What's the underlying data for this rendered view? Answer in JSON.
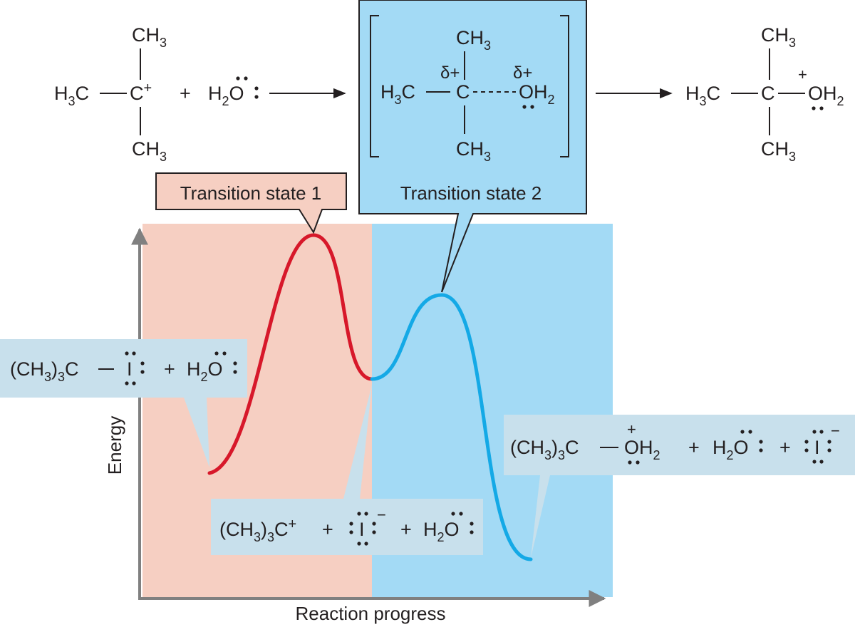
{
  "colors": {
    "stage1_bg": "#f6cfc2",
    "stage2_bg": "#a3daf5",
    "box_bg": "#c8e0ec",
    "curve_stage1": "#d7182a",
    "curve_stage2": "#14a9e6",
    "axis": "#808080",
    "ink": "#231f20"
  },
  "labels": {
    "ts1": "Transition state 1",
    "ts2": "Transition state 2",
    "x_axis": "Reaction progress",
    "y_axis": "Energy"
  },
  "atoms": {
    "C": "C",
    "CH": "CH",
    "H": "H",
    "O": "O",
    "I": "I",
    "sub3": "3",
    "sub2": "2",
    "plus": "+",
    "minus": "−",
    "delta_plus": "δ+",
    "paren_ch": "(CH",
    "paren_close": ")",
    "ch3_left": "H",
    "ch3_left_c": "C"
  },
  "chart_data": {
    "type": "line",
    "title": "",
    "xlabel": "Reaction progress",
    "ylabel": "Energy",
    "series": [
      {
        "name": "",
        "x": [
          0.14,
          0.36,
          0.5
        ],
        "y": [
          0.25,
          0.97,
          0.45
        ]
      },
      {
        "name": "",
        "x": [
          0.5,
          0.63,
          0.84
        ],
        "y": [
          0.45,
          0.73,
          0.08
        ]
      }
    ],
    "annotations": [
      "Transition state 1",
      "Transition state 2"
    ]
  }
}
